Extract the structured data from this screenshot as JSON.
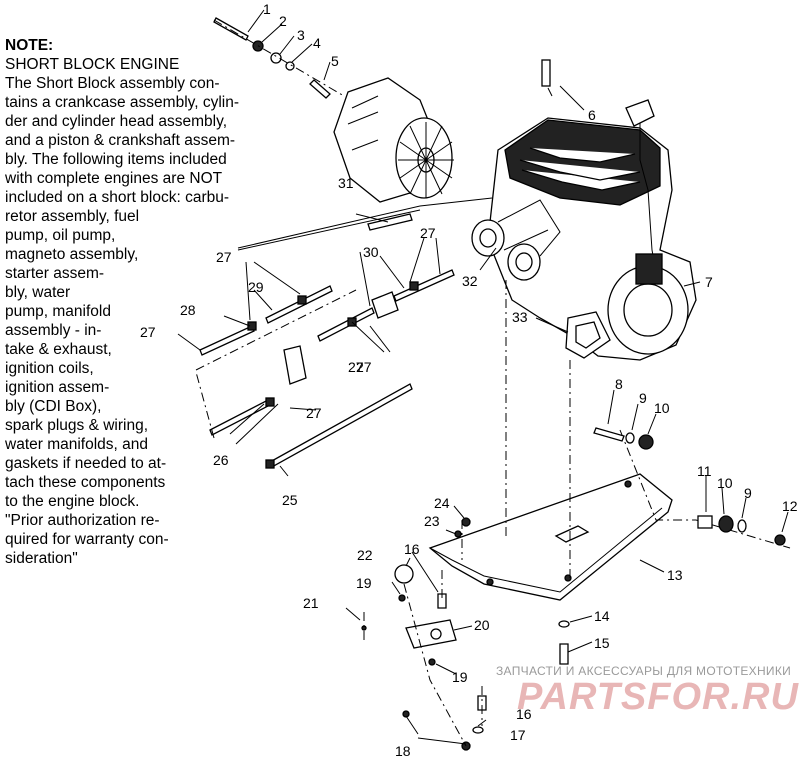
{
  "note": {
    "heading": "NOTE:",
    "subheading": "SHORT BLOCK ENGINE",
    "lines": [
      "The Short Block assembly con-",
      "tains a crankcase assembly, cylin-",
      "der and cylinder head assembly,",
      "and a piston & crankshaft assem-",
      "bly.  The following items included",
      "with complete engines are NOT",
      "included on a short block:  carbu-",
      "retor assembly, fuel",
      "pump, oil pump,",
      "magneto assembly,",
      "starter assem-",
      "bly, water",
      "pump, manifold",
      "assembly - in-",
      "take & exhaust,",
      "ignition coils,",
      "ignition assem-",
      "bly (CDI Box),",
      "spark plugs & wiring,",
      "water manifolds, and",
      "gaskets if needed to at-",
      "tach these components",
      "to the engine block.",
      "\"Prior authorization re-",
      "quired for warranty con-",
      "sideration\""
    ]
  },
  "callouts": [
    "1",
    "2",
    "3",
    "4",
    "5",
    "6",
    "7",
    "8",
    "9",
    "10",
    "11",
    "10",
    "9",
    "12",
    "13",
    "14",
    "15",
    "16",
    "17",
    "18",
    "19",
    "20",
    "21",
    "22",
    "19",
    "16",
    "23",
    "24",
    "25",
    "26",
    "27",
    "27",
    "27",
    "27",
    "27",
    "27",
    "28",
    "29",
    "30",
    "31",
    "32",
    "33"
  ],
  "watermark": {
    "top": "ЗАПЧАСТИ И АКСЕССУАРЫ ДЛЯ МОТОТЕХНИКИ",
    "brand": "PARTSFOR.RU"
  }
}
